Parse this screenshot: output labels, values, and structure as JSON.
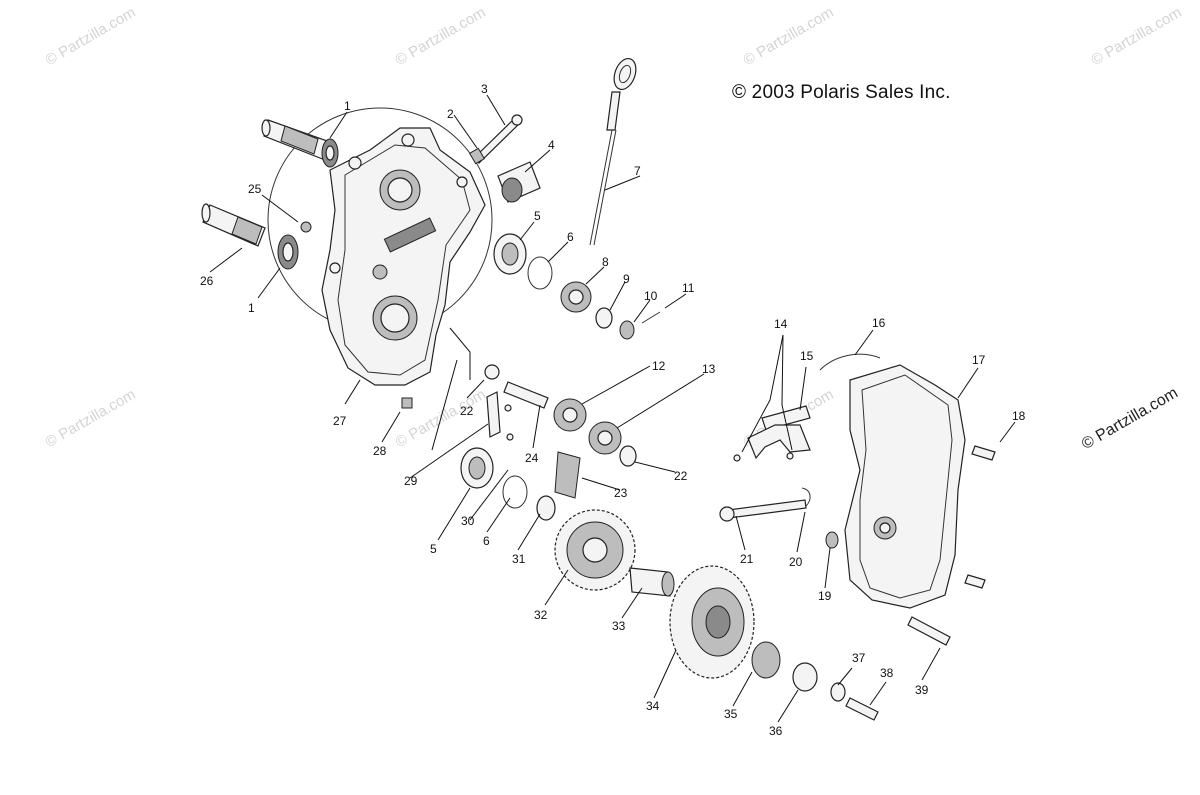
{
  "copyright": "© 2003 Polaris Sales Inc.",
  "watermark": "© Partzilla.com",
  "watermark_right": "© Partzilla.com",
  "callouts": [
    "1",
    "2",
    "3",
    "4",
    "25",
    "5",
    "6",
    "7",
    "26",
    "1",
    "8",
    "9",
    "10",
    "11",
    "27",
    "22",
    "12",
    "13",
    "14",
    "15",
    "16",
    "17",
    "18",
    "28",
    "29",
    "24",
    "22",
    "23",
    "30",
    "5",
    "6",
    "31",
    "21",
    "20",
    "19",
    "32",
    "33",
    "34",
    "35",
    "36",
    "37",
    "38",
    "39"
  ]
}
